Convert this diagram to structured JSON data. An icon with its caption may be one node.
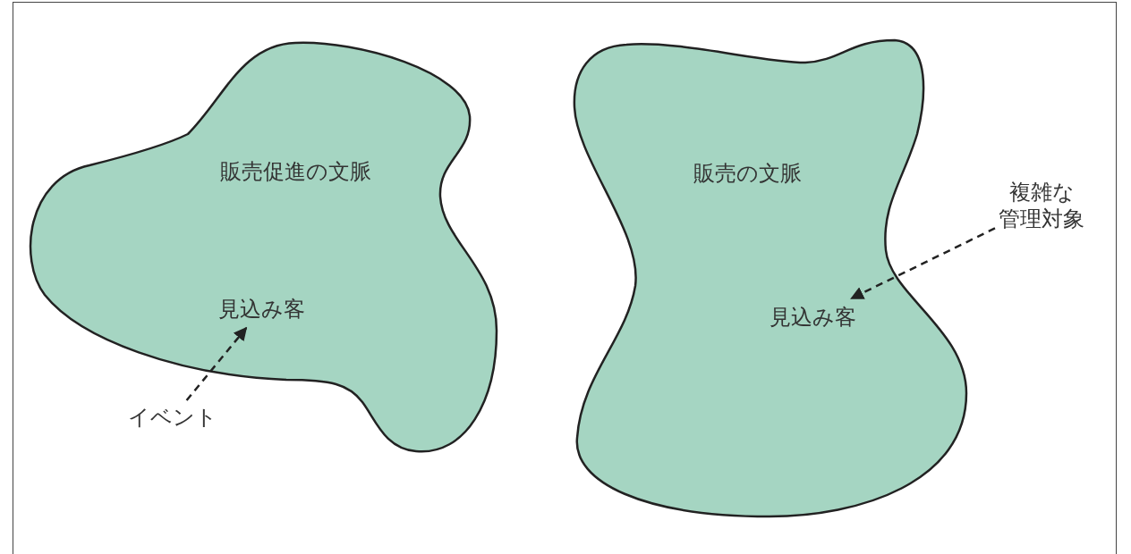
{
  "diagram": {
    "nodes": [
      {
        "text": [
          "販売促進の文脈"
        ]
      },
      {
        "text": [
          "見込み客"
        ],
        "in": 0
      },
      {
        "text": [
          "イベント"
        ]
      },
      {
        "text": [
          "販売の文脈"
        ]
      },
      {
        "text": [
          "見込み客"
        ],
        "in": 3
      },
      {
        "text": [
          "複雑な管理対象"
        ]
      }
    ],
    "edges": [
      {
        "from": 2,
        "to": 1,
        "arrow": "to",
        "style": "dashed"
      },
      {
        "from": 5,
        "to": 4,
        "arrow": "to",
        "style": "dashed"
      }
    ]
  }
}
